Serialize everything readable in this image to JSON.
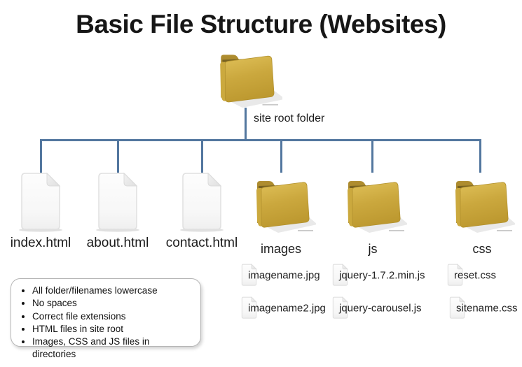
{
  "title": "Basic File Structure (Websites)",
  "root": {
    "label": "site root folder",
    "icon": "folder-icon"
  },
  "children": [
    {
      "label": "index.html",
      "type": "file",
      "icon": "document-icon"
    },
    {
      "label": "about.html",
      "type": "file",
      "icon": "document-icon"
    },
    {
      "label": "contact.html",
      "type": "file",
      "icon": "document-icon"
    },
    {
      "label": "images",
      "type": "folder",
      "icon": "folder-icon",
      "files": [
        "imagename.jpg",
        "imagename2.jpg"
      ]
    },
    {
      "label": "js",
      "type": "folder",
      "icon": "folder-icon",
      "files": [
        "jquery-1.7.2.min.js",
        "jquery-carousel.js"
      ]
    },
    {
      "label": "css",
      "type": "folder",
      "icon": "folder-icon",
      "files": [
        "reset.css",
        "sitename.css"
      ]
    }
  ],
  "notes": [
    "All folder/filenames lowercase",
    "No spaces",
    "Correct file extensions",
    "HTML files in site root",
    "Images, CSS and JS files in directories"
  ],
  "colors": {
    "connector": "#53779F",
    "folder_gold": "#C7A23A",
    "page_background": "#FFFFFF",
    "text": "#161616"
  }
}
